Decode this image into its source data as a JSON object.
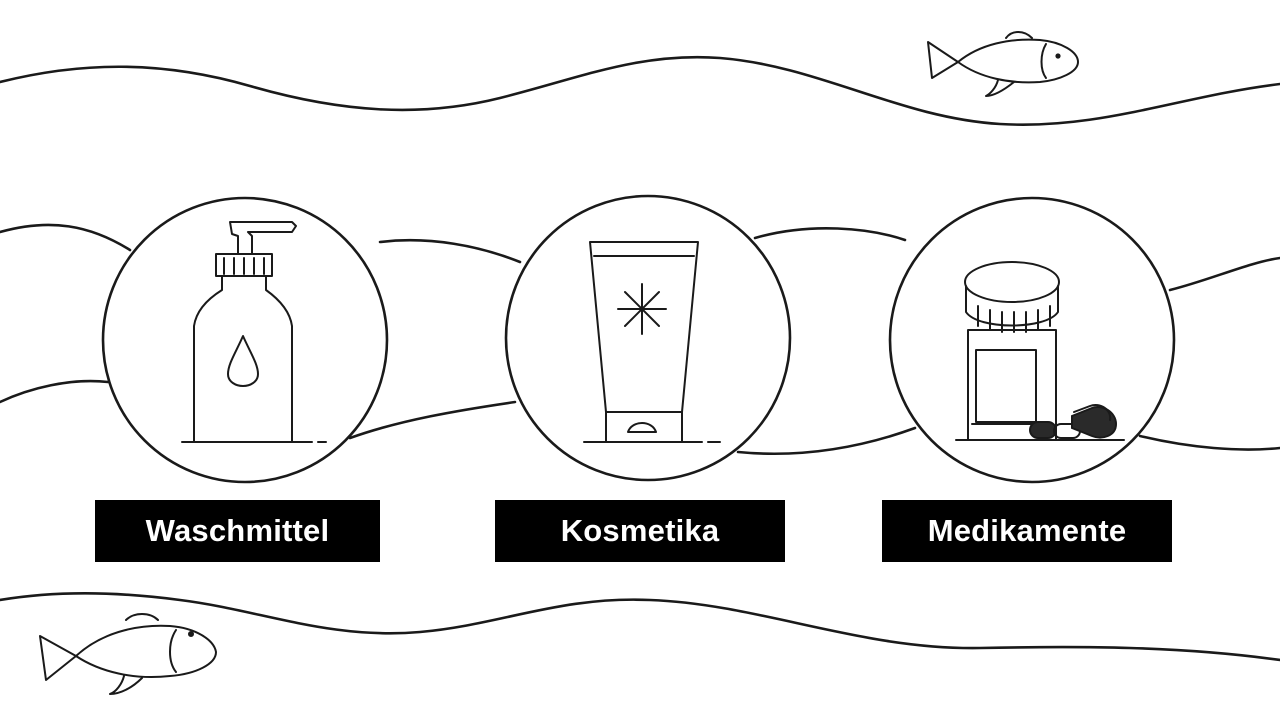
{
  "categories": [
    {
      "label": "Waschmittel",
      "icon": "soap-dispenser-icon"
    },
    {
      "label": "Kosmetika",
      "icon": "cream-tube-icon"
    },
    {
      "label": "Medikamente",
      "icon": "pill-bottle-icon"
    }
  ],
  "decorations": [
    "fish-icon",
    "fish-icon",
    "wave-line"
  ],
  "colors": {
    "background": "#ffffff",
    "ink": "#1a1a1a",
    "label_background": "#000000",
    "label_text": "#ffffff"
  }
}
